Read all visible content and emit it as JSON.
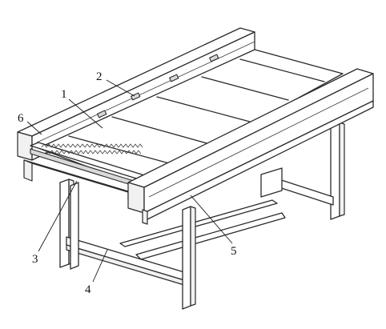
{
  "callouts": [
    {
      "id": "1",
      "label": "1"
    },
    {
      "id": "2",
      "label": "2"
    },
    {
      "id": "3",
      "label": "3"
    },
    {
      "id": "4",
      "label": "4"
    },
    {
      "id": "5",
      "label": "5"
    },
    {
      "id": "6",
      "label": "6"
    }
  ],
  "colors": {
    "line": "#2a2a2a",
    "background": "#ffffff",
    "shade": "#f1f1f1"
  }
}
